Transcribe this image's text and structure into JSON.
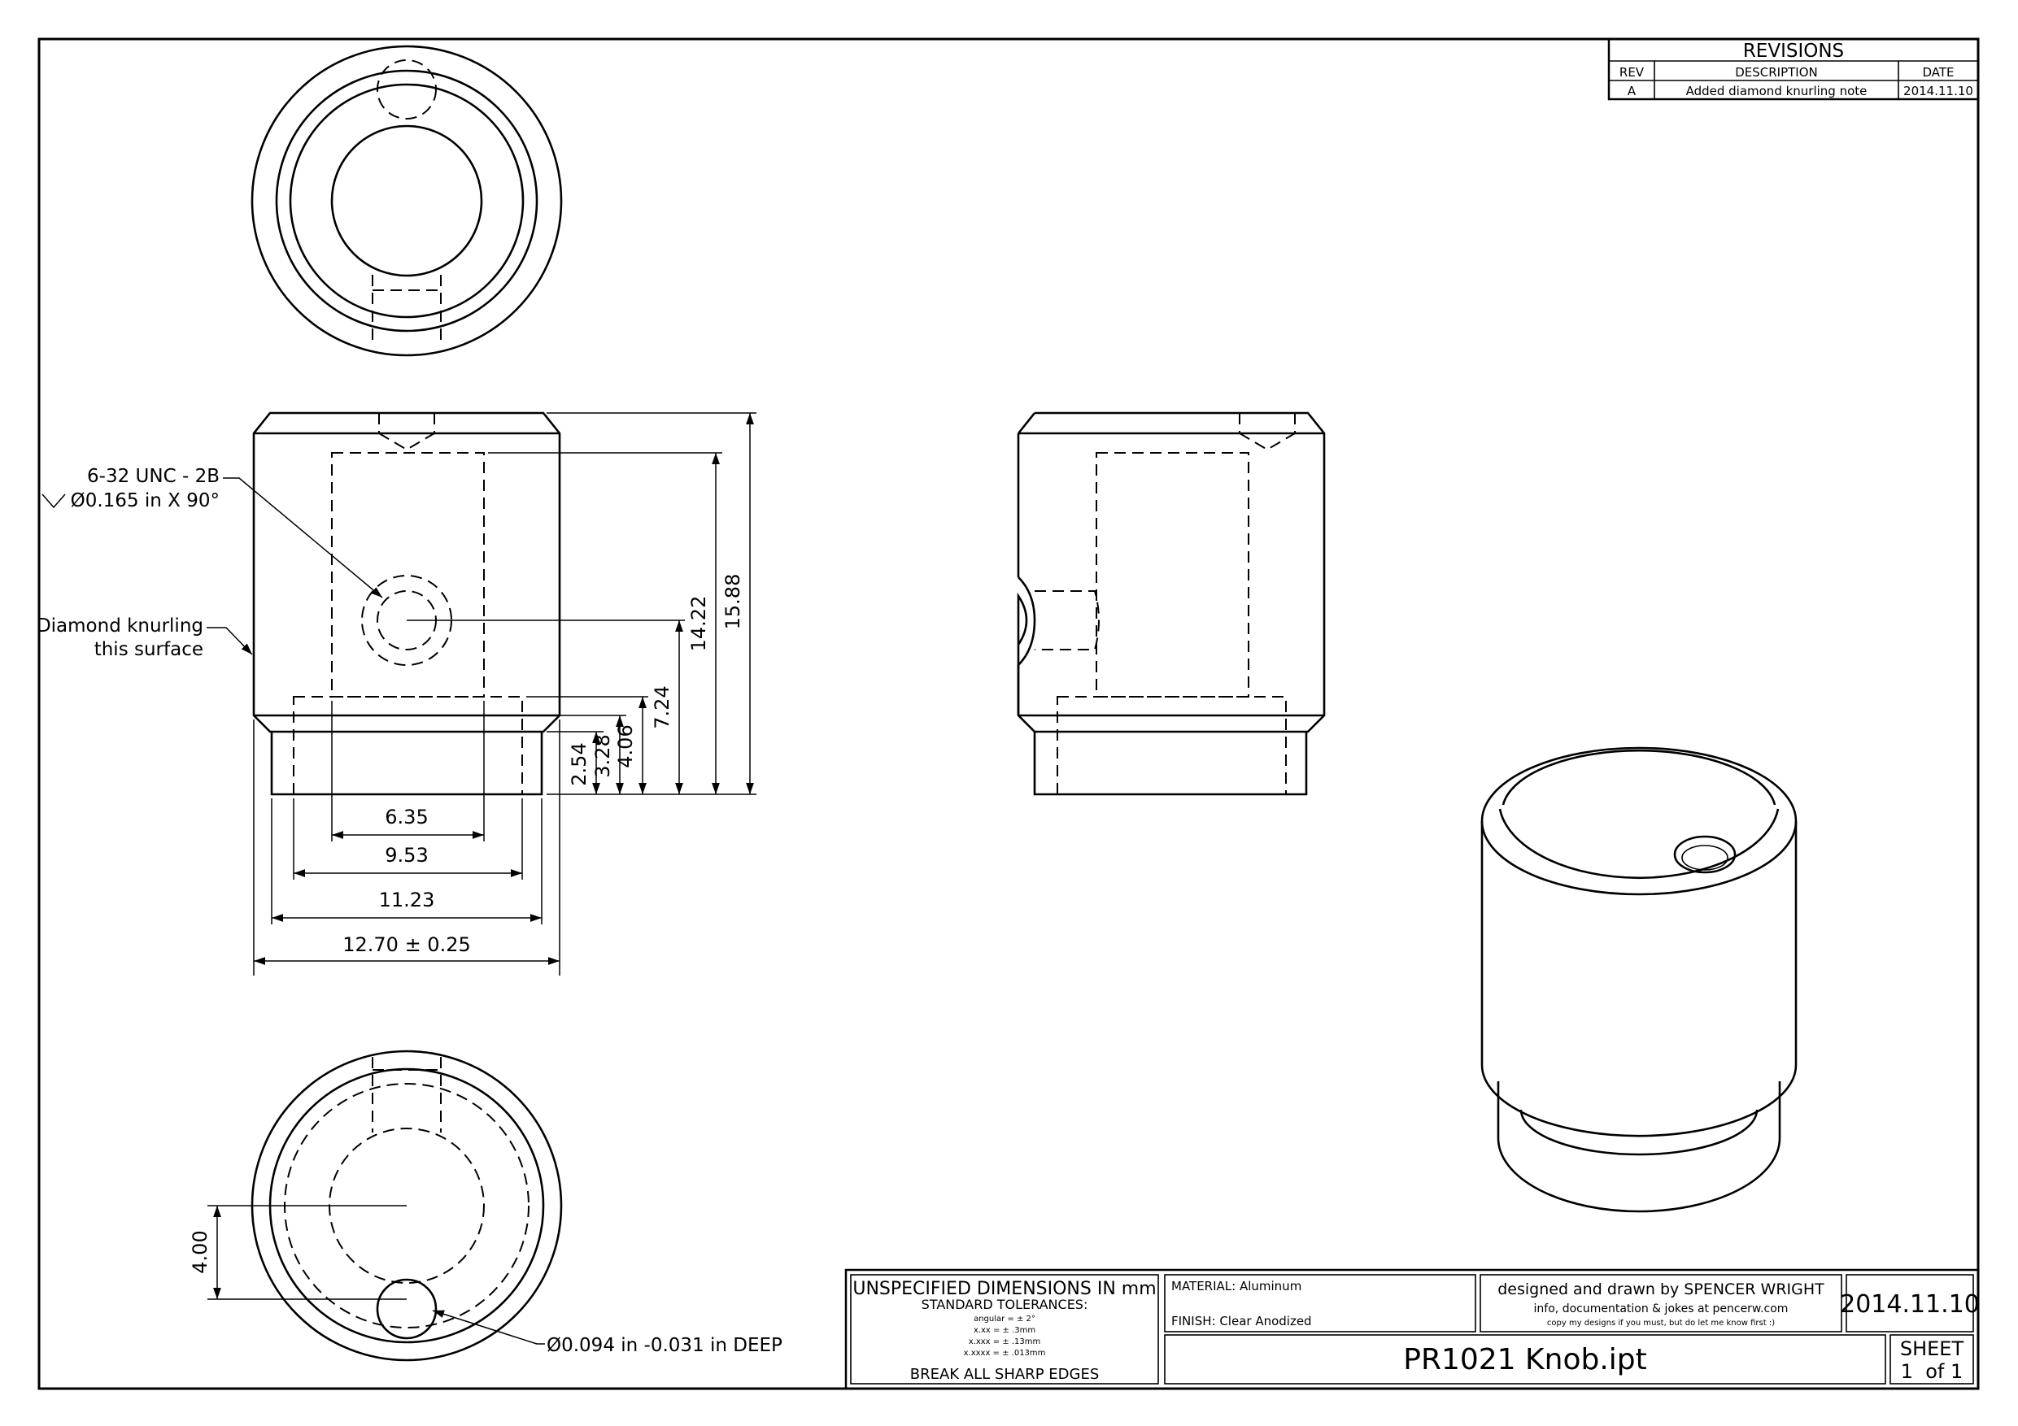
{
  "revisions": {
    "title": "REVISIONS",
    "headers": {
      "rev": "REV",
      "description": "DESCRIPTION",
      "date": "DATE"
    },
    "rows": [
      {
        "rev": "A",
        "description": "Added diamond knurling note",
        "date": "2014.11.10"
      }
    ]
  },
  "notes": {
    "thread_line1": "6-32 UNC - 2B",
    "thread_line2": "Ø0.165 in X 90°",
    "knurl_line1": "Diamond knurling",
    "knurl_line2": "this surface",
    "hole_callout": "Ø0.094 in -0.031 in DEEP"
  },
  "dimensions": {
    "d_6_35": "6.35",
    "d_9_53": "9.53",
    "d_11_23": "11.23",
    "d_12_70": "12.70 ± 0.25",
    "d_2_54": "2.54",
    "d_3_28": "3.28",
    "d_4_06": "4.06",
    "d_7_24": "7.24",
    "d_14_22": "14.22",
    "d_15_88": "15.88",
    "d_4_00": "4.00"
  },
  "title_block": {
    "unspecified": "UNSPECIFIED DIMENSIONS IN mm",
    "standard_tolerances": "STANDARD TOLERANCES:",
    "tol_angular": "angular = ± 2°",
    "tol_xx": "x.xx = ± .3mm",
    "tol_xxx": "x.xxx = ± .13mm",
    "tol_xxxx": "x.xxxx = ± .013mm",
    "break_edges": "BREAK ALL SHARP EDGES",
    "material": "MATERIAL: Aluminum",
    "finish": "FINISH: Clear Anodized",
    "designer": "designed and drawn by SPENCER WRIGHT",
    "info": "info, documentation & jokes at pencerw.com",
    "copy_note": "copy my designs if you must, but do let me know first :)",
    "date": "2014.11.10",
    "part_name": "PR1021 Knob.ipt",
    "sheet_label": "SHEET",
    "sheet_num": "1  of 1"
  }
}
